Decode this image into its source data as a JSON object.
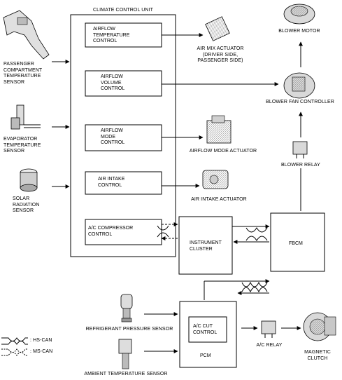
{
  "units": {
    "climate_control_unit": "CLIMATE CONTROL UNIT",
    "airflow_temperature_control": "AIRFLOW\nTEMPERATURE\nCONTROL",
    "airflow_volume_control": "AIRFLOW\nVOLUME\nCONTROL",
    "airflow_mode_control": "AIRFLOW\nMODE\nCONTROL",
    "air_intake_control": "AIR INTAKE\nCONTROL",
    "ac_compressor_control": "A/C COMPRESSOR\nCONTROL",
    "instrument_cluster": "INSTRUMENT\nCLUSTER",
    "fbcm": "FBCM",
    "pcm": "PCM",
    "ac_cut_control": "A/C CUT\nCONTROL"
  },
  "sensors": {
    "passenger_compartment": "PASSENGER\nCOMPARTMENT\nTEMPERATURE\nSENSOR",
    "evaporator": "EVAPORATOR\nTEMPERATURE\nSENSOR",
    "solar_radiation": "SOLAR\nRADIATION\nSENSOR",
    "refrigerant_pressure": "REFRIGERANT PRESSURE SENSOR",
    "ambient_temperature": "AMBIENT TEMPERATURE SENSOR"
  },
  "actuators": {
    "air_mix": "AIR MIX ACTUATOR\n(DRIVER SIDE,\nPASSENGER SIDE)",
    "airflow_mode": "AIRFLOW MODE ACTUATOR",
    "air_intake": "AIR INTAKE ACTUATOR",
    "blower_motor": "BLOWER MOTOR",
    "blower_fan_controller": "BLOWER FAN CONTROLLER",
    "blower_relay": "BLOWER RELAY",
    "ac_relay": "A/C RELAY",
    "magnetic_clutch": "MAGNETIC\nCLUTCH"
  },
  "legend": {
    "hs_can": ": HS-CAN",
    "ms_can": ": MS-CAN"
  },
  "colors": {
    "line": "#000000",
    "background": "#ffffff",
    "part_fill": "#d9d9d9"
  }
}
